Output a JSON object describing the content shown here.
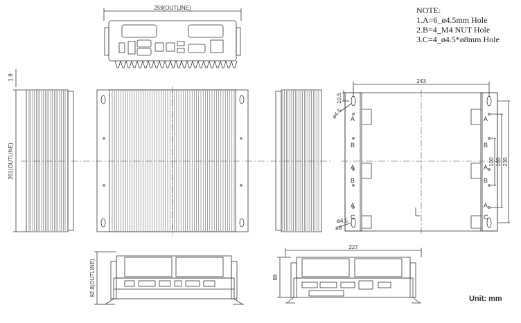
{
  "note": {
    "heading": "NOTE:",
    "lines": [
      "1.A=6_ø4.5mm Hole",
      "2.B=4_M4 NUT Hole",
      "3.C=4_ø4.5*ø8mm Hole"
    ]
  },
  "unit_label": "Unit: mm",
  "dimensions": {
    "top_width": "259(OUTLINE)",
    "side_height": "261(OUTLINE)",
    "small_offset": "1.9",
    "mount_width": "243",
    "mount_top_offset": "10.5",
    "hole_dia_top": "ø4.5",
    "hole_dia_bottom": "ø4.5",
    "hole_dia_c": "ø8",
    "dim_100": "100",
    "dim_180": "180",
    "dim_230": "230",
    "front_height": "92.8(OUTLINE)",
    "rear_width": "227",
    "rear_height": "88"
  },
  "hole_labels": {
    "left": [
      "A",
      "B",
      "A",
      "B",
      "A",
      "C"
    ],
    "right": [
      "A",
      "B",
      "A",
      "B",
      "A",
      "C"
    ]
  }
}
